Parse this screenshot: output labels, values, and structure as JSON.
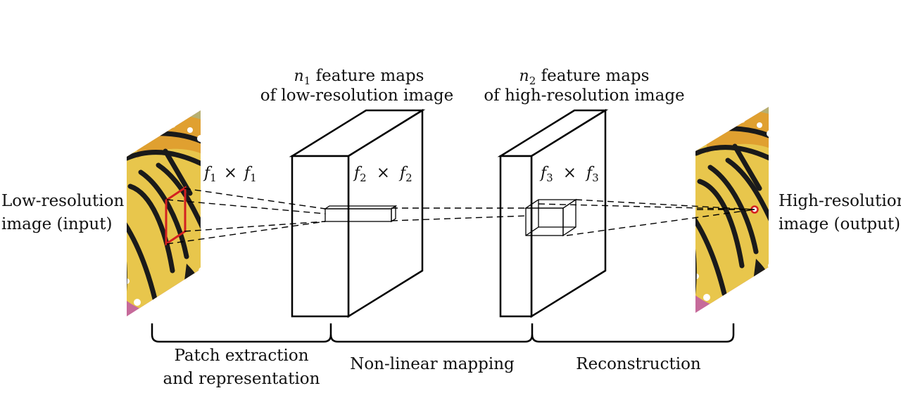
{
  "input_label": [
    "Low-resolution",
    "image (input)"
  ],
  "output_label": [
    "High-resolution",
    "image (output)"
  ],
  "layer1": {
    "title_var": "n",
    "title_sub": "1",
    "title_rest": " feature maps",
    "title_line2": "of low-resolution image",
    "filter_var": "f",
    "filter_sub": "2"
  },
  "layer2": {
    "title_var": "n",
    "title_sub": "2",
    "title_rest": " feature maps",
    "title_line2": "of high-resolution image",
    "filter_var": "f",
    "filter_sub": "3"
  },
  "input_filter": {
    "var": "f",
    "sub": "1"
  },
  "times_symbol": "×",
  "stages": {
    "patch": [
      "Patch extraction",
      "and representation"
    ],
    "mapping": "Non-linear mapping",
    "reconstruction": "Reconstruction"
  },
  "colors": {
    "highlight": "#d42020",
    "wing_yellow": "#e8c64c",
    "wing_orange": "#e0a030",
    "vein": "#1a1a1a",
    "flower": "#c66a9a",
    "line": "#000000"
  }
}
